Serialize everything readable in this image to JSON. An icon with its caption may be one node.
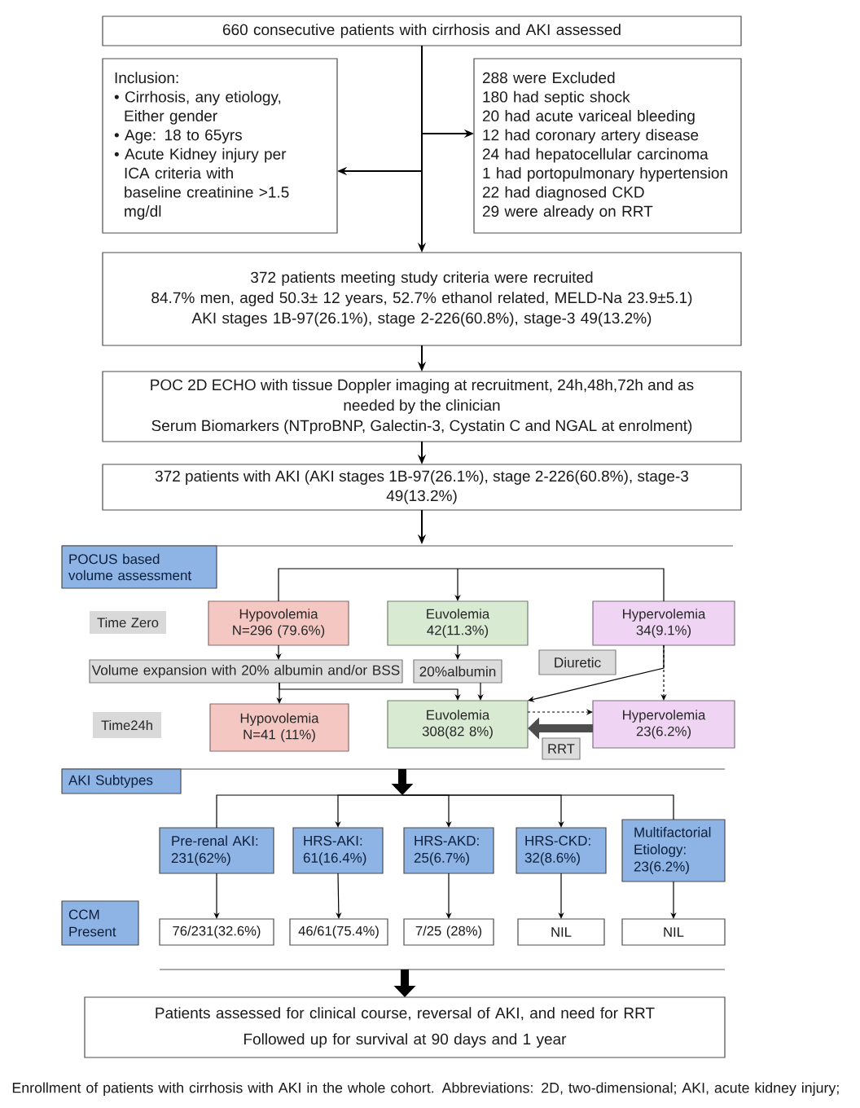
{
  "diagram": {
    "nodes": [
      {
        "text": [
          "660 consecutive patients with cirrhosis and AKI assessed"
        ]
      },
      {
        "text": [
          "Inclusion:",
          "• Cirrhosis, any etiology, Either gender",
          "• Age: 18 to 65yrs",
          "• Acute Kidney injury per ICA criteria with baseline creatinine >1.5 mg/dl"
        ]
      },
      {
        "text": [
          "288 were Excluded",
          "180 had septic shock",
          "20 had acute variceal bleeding",
          "12 had coronary artery disease",
          "24 had hepatocellular carcinoma",
          "1 had portopulmonary hypertension",
          "22 had diagnosed CKD",
          "29 were already on RRT"
        ]
      },
      {
        "text": [
          "372 patients meeting study criteria were recruited",
          "84.7% men, aged 50.3± 12 years, 52.7% ethanol related, MELD-Na 23.9±5.1)",
          "AKI stages 1B-97(26.1%), stage 2-226(60.8%), stage-3 49(13.2%)"
        ]
      },
      {
        "text": [
          "POC 2D ECHO with tissue Doppler imaging at recruitment, 24h,48h,72h and as needed by the clinician",
          "Serum Biomarkers (NTproBNP, Galectin-3, Cystatin C and NGAL at enrolment)"
        ]
      },
      {
        "text": [
          "372 patients with AKI (AKI stages 1B-97(26.1%), stage 2-226(60.8%), stage-3 49(13.2%)"
        ]
      },
      {
        "text": [
          "POCUS based volume assessment"
        ]
      },
      {
        "text": [
          "Time Zero"
        ]
      },
      {
        "text": [
          "Hypovolemia",
          "N=296 (79.6%)"
        ]
      },
      {
        "text": [
          "Euvolemia",
          "42(11.3%)"
        ]
      },
      {
        "text": [
          "Hypervolemia",
          "34(9.1%)"
        ]
      },
      {
        "text": [
          "Volume expansion with 20% albumin and/or BSS"
        ]
      },
      {
        "text": [
          "20%albumin"
        ]
      },
      {
        "text": [
          "Diuretic"
        ]
      },
      {
        "text": [
          "Time24h"
        ]
      },
      {
        "text": [
          "Hypovolemia",
          "N=41 (11%)"
        ]
      },
      {
        "text": [
          "Euvolemia",
          "308(82 8%)"
        ]
      },
      {
        "text": [
          "Hypervolemia",
          "23(6.2%)"
        ]
      },
      {
        "text": [
          "RRT"
        ]
      },
      {
        "text": [
          "AKI Subtypes"
        ]
      },
      {
        "text": [
          "Pre-renal AKI:",
          "231(62%)"
        ]
      },
      {
        "text": [
          "HRS-AKI:",
          "61(16.4%)"
        ]
      },
      {
        "text": [
          "HRS-AKD:",
          "25(6.7%)"
        ]
      },
      {
        "text": [
          "HRS-CKD:",
          "32(8.6%)"
        ]
      },
      {
        "text": [
          "Multifactorial Etiology:",
          "23(6.2%)"
        ]
      },
      {
        "text": [
          "CCM Present"
        ]
      },
      {
        "text": [
          "76/231(32.6%)"
        ]
      },
      {
        "text": [
          "46/61(75.4%)"
        ]
      },
      {
        "text": [
          "7/25 (28%)"
        ]
      },
      {
        "text": [
          "NIL"
        ]
      },
      {
        "text": [
          "NIL"
        ]
      },
      {
        "text": [
          "Patients assessed for clinical course, reversal of AKI, and need for RRT",
          "Followed up for survival at 90 days and 1 year"
        ]
      }
    ],
    "edges": [
      {
        "from": 0,
        "to": 1,
        "arrow": "to"
      },
      {
        "from": 0,
        "to": 2,
        "arrow": "to"
      },
      {
        "from": 0,
        "to": 3,
        "arrow": "to"
      },
      {
        "from": 3,
        "to": 4,
        "arrow": "to"
      },
      {
        "from": 4,
        "to": 5,
        "arrow": "to"
      },
      {
        "from": 5,
        "to": null,
        "arrow": "to"
      },
      {
        "from": null,
        "to": 8,
        "arrow": "none"
      },
      {
        "from": null,
        "to": 9,
        "arrow": "to"
      },
      {
        "from": null,
        "to": 10,
        "arrow": "none"
      },
      {
        "from": 8,
        "to": 11,
        "arrow": "to"
      },
      {
        "from": 9,
        "to": 12,
        "arrow": "to"
      },
      {
        "from": 11,
        "to": 15,
        "arrow": "to"
      },
      {
        "from": 11,
        "to": 16,
        "arrow": "to"
      },
      {
        "from": 12,
        "to": 16,
        "arrow": "to"
      },
      {
        "from": 10,
        "to": 17,
        "arrow": "to",
        "style": "dashed"
      },
      {
        "from": 10,
        "to": 16,
        "arrow": "to"
      },
      {
        "from": 16,
        "to": 17,
        "arrow": "to",
        "style": "dashed"
      },
      {
        "from": 17,
        "to": 16,
        "arrow": "to",
        "style": "thick",
        "color": "#4d4d4d"
      },
      {
        "from": null,
        "to": 20,
        "arrow": "none"
      },
      {
        "from": null,
        "to": 21,
        "arrow": "to"
      },
      {
        "from": null,
        "to": 22,
        "arrow": "to"
      },
      {
        "from": null,
        "to": 23,
        "arrow": "to"
      },
      {
        "from": null,
        "to": 24,
        "arrow": "none"
      },
      {
        "from": 20,
        "to": 26,
        "arrow": "to"
      },
      {
        "from": 21,
        "to": 27,
        "arrow": "to"
      },
      {
        "from": 22,
        "to": 28,
        "arrow": "to"
      },
      {
        "from": 23,
        "to": 29,
        "arrow": "to"
      },
      {
        "from": 24,
        "to": 30,
        "arrow": "to"
      },
      {
        "from": null,
        "to": 31,
        "arrow": "to",
        "style": "thick"
      }
    ],
    "caption": "Enrollment of patients with cirrhosis with AKI in the whole cohort. Abbreviations: 2D, two-dimensional; AKI, acute kidney injury;"
  }
}
